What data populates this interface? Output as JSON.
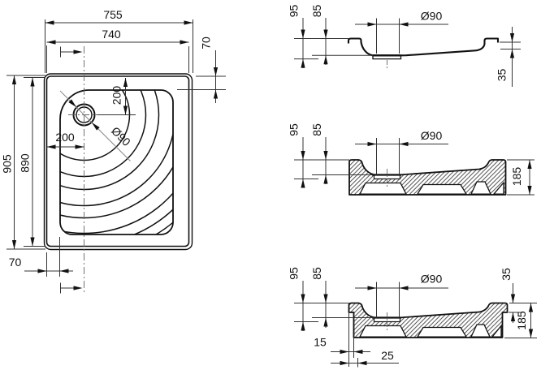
{
  "drawing": {
    "description": "Shower tray technical drawing: plan view and three cross-sections",
    "line_color": "#111111",
    "plan": {
      "width_total": "755",
      "width_rim": "740",
      "height_total": "905",
      "height_rim": "890",
      "rim_offset_right": "70",
      "rim_offset_bottom": "70",
      "drain_offset_left": "200",
      "drain_offset_top": "200",
      "drain_diameter": "Ø90"
    },
    "section_shell": {
      "height_outer": "95",
      "height_inner": "85",
      "drain_diameter": "Ø90",
      "rim_drop": "35"
    },
    "section_base": {
      "height_outer": "95",
      "height_inner": "85",
      "drain_diameter": "Ø90",
      "total_height": "185"
    },
    "section_full": {
      "height_outer": "95",
      "height_inner": "85",
      "drain_diameter": "Ø90",
      "rim_drop": "35",
      "total_height": "185",
      "lip_offset": "15",
      "base_offset": "25"
    }
  }
}
